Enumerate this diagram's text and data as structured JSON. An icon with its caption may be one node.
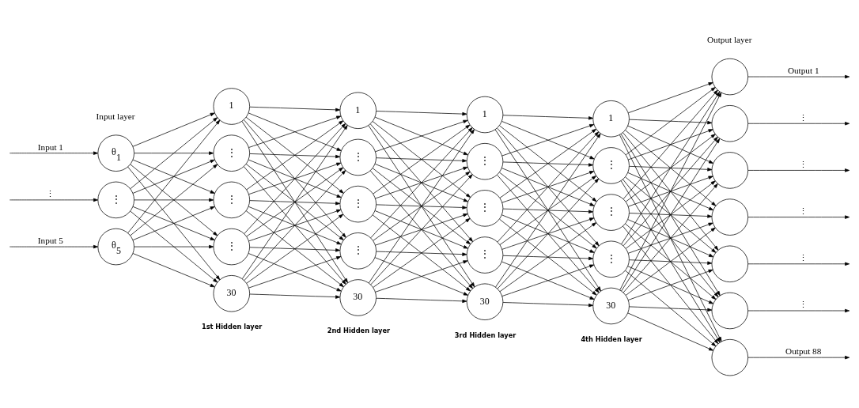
{
  "diagram": {
    "nodes": [
      {
        "text": [
          "θ$_{1}$"
        ]
      },
      {
        "text": [
          "⋮"
        ]
      },
      {
        "text": [
          "θ$_{5}$"
        ]
      },
      {
        "text": [
          "1"
        ]
      },
      {
        "text": [
          "⋮"
        ]
      },
      {
        "text": [
          "⋮"
        ]
      },
      {
        "text": [
          "⋮"
        ]
      },
      {
        "text": [
          "30"
        ]
      },
      {
        "text": [
          "1"
        ]
      },
      {
        "text": [
          "⋮"
        ]
      },
      {
        "text": [
          "⋮"
        ]
      },
      {
        "text": [
          "⋮"
        ]
      },
      {
        "text": [
          "30"
        ]
      },
      {
        "text": [
          "1"
        ]
      },
      {
        "text": [
          "⋮"
        ]
      },
      {
        "text": [
          "⋮"
        ]
      },
      {
        "text": [
          "⋮"
        ]
      },
      {
        "text": [
          "30"
        ]
      },
      {
        "text": [
          "1"
        ]
      },
      {
        "text": [
          "⋮"
        ]
      },
      {
        "text": [
          "⋮"
        ]
      },
      {
        "text": [
          "⋮"
        ]
      },
      {
        "text": [
          "30"
        ]
      },
      {
        "text": [],
        "shape": "circle"
      },
      {
        "text": [],
        "shape": "circle"
      },
      {
        "text": [],
        "shape": "circle"
      },
      {
        "text": [],
        "shape": "circle"
      },
      {
        "text": [],
        "shape": "circle"
      },
      {
        "text": [],
        "shape": "circle"
      },
      {
        "text": [],
        "shape": "circle"
      }
    ],
    "edges": [
      {
        "from": null,
        "to": 0,
        "arrow": "to",
        "label": "Input 1"
      },
      {
        "from": null,
        "to": 1,
        "arrow": "to",
        "label": "⋮"
      },
      {
        "from": null,
        "to": 2,
        "arrow": "to",
        "label": "Input 5"
      },
      {
        "from": 0,
        "to": 3,
        "arrow": "to"
      },
      {
        "from": 0,
        "to": 4,
        "arrow": "to"
      },
      {
        "from": 0,
        "to": 5,
        "arrow": "to"
      },
      {
        "from": 0,
        "to": 6,
        "arrow": "to"
      },
      {
        "from": 0,
        "to": 7,
        "arrow": "to"
      },
      {
        "from": 1,
        "to": 3,
        "arrow": "to"
      },
      {
        "from": 1,
        "to": 4,
        "arrow": "to"
      },
      {
        "from": 1,
        "to": 5,
        "arrow": "to"
      },
      {
        "from": 1,
        "to": 6,
        "arrow": "to"
      },
      {
        "from": 1,
        "to": 7,
        "arrow": "to"
      },
      {
        "from": 2,
        "to": 3,
        "arrow": "to"
      },
      {
        "from": 2,
        "to": 4,
        "arrow": "to"
      },
      {
        "from": 2,
        "to": 5,
        "arrow": "to"
      },
      {
        "from": 2,
        "to": 6,
        "arrow": "to"
      },
      {
        "from": 2,
        "to": 7,
        "arrow": "to"
      },
      {
        "from": 3,
        "to": 8,
        "arrow": "to"
      },
      {
        "from": 3,
        "to": 9,
        "arrow": "to"
      },
      {
        "from": 3,
        "to": 10,
        "arrow": "to"
      },
      {
        "from": 3,
        "to": 11,
        "arrow": "to"
      },
      {
        "from": 3,
        "to": 12,
        "arrow": "to"
      },
      {
        "from": 4,
        "to": 8,
        "arrow": "to"
      },
      {
        "from": 4,
        "to": 9,
        "arrow": "to"
      },
      {
        "from": 4,
        "to": 10,
        "arrow": "to"
      },
      {
        "from": 4,
        "to": 11,
        "arrow": "to"
      },
      {
        "from": 4,
        "to": 12,
        "arrow": "to"
      },
      {
        "from": 5,
        "to": 8,
        "arrow": "to"
      },
      {
        "from": 5,
        "to": 9,
        "arrow": "to"
      },
      {
        "from": 5,
        "to": 10,
        "arrow": "to"
      },
      {
        "from": 5,
        "to": 11,
        "arrow": "to"
      },
      {
        "from": 5,
        "to": 12,
        "arrow": "to"
      },
      {
        "from": 6,
        "to": 8,
        "arrow": "to"
      },
      {
        "from": 6,
        "to": 9,
        "arrow": "to"
      },
      {
        "from": 6,
        "to": 10,
        "arrow": "to"
      },
      {
        "from": 6,
        "to": 11,
        "arrow": "to"
      },
      {
        "from": 6,
        "to": 12,
        "arrow": "to"
      },
      {
        "from": 7,
        "to": 8,
        "arrow": "to"
      },
      {
        "from": 7,
        "to": 9,
        "arrow": "to"
      },
      {
        "from": 7,
        "to": 10,
        "arrow": "to"
      },
      {
        "from": 7,
        "to": 11,
        "arrow": "to"
      },
      {
        "from": 7,
        "to": 12,
        "arrow": "to"
      },
      {
        "from": 8,
        "to": 13,
        "arrow": "to"
      },
      {
        "from": 8,
        "to": 14,
        "arrow": "to"
      },
      {
        "from": 8,
        "to": 15,
        "arrow": "to"
      },
      {
        "from": 8,
        "to": 16,
        "arrow": "to"
      },
      {
        "from": 8,
        "to": 17,
        "arrow": "to"
      },
      {
        "from": 9,
        "to": 13,
        "arrow": "to"
      },
      {
        "from": 9,
        "to": 14,
        "arrow": "to"
      },
      {
        "from": 9,
        "to": 15,
        "arrow": "to"
      },
      {
        "from": 9,
        "to": 16,
        "arrow": "to"
      },
      {
        "from": 9,
        "to": 17,
        "arrow": "to"
      },
      {
        "from": 10,
        "to": 13,
        "arrow": "to"
      },
      {
        "from": 10,
        "to": 14,
        "arrow": "to"
      },
      {
        "from": 10,
        "to": 15,
        "arrow": "to"
      },
      {
        "from": 10,
        "to": 16,
        "arrow": "to"
      },
      {
        "from": 10,
        "to": 17,
        "arrow": "to"
      },
      {
        "from": 11,
        "to": 13,
        "arrow": "to"
      },
      {
        "from": 11,
        "to": 14,
        "arrow": "to"
      },
      {
        "from": 11,
        "to": 15,
        "arrow": "to"
      },
      {
        "from": 11,
        "to": 16,
        "arrow": "to"
      },
      {
        "from": 11,
        "to": 17,
        "arrow": "to"
      },
      {
        "from": 12,
        "to": 13,
        "arrow": "to"
      },
      {
        "from": 12,
        "to": 14,
        "arrow": "to"
      },
      {
        "from": 12,
        "to": 15,
        "arrow": "to"
      },
      {
        "from": 12,
        "to": 16,
        "arrow": "to"
      },
      {
        "from": 12,
        "to": 17,
        "arrow": "to"
      },
      {
        "from": 13,
        "to": 18,
        "arrow": "to"
      },
      {
        "from": 13,
        "to": 19,
        "arrow": "to"
      },
      {
        "from": 13,
        "to": 20,
        "arrow": "to"
      },
      {
        "from": 13,
        "to": 21,
        "arrow": "to"
      },
      {
        "from": 13,
        "to": 22,
        "arrow": "to"
      },
      {
        "from": 14,
        "to": 18,
        "arrow": "to"
      },
      {
        "from": 14,
        "to": 19,
        "arrow": "to"
      },
      {
        "from": 14,
        "to": 20,
        "arrow": "to"
      },
      {
        "from": 14,
        "to": 21,
        "arrow": "to"
      },
      {
        "from": 14,
        "to": 22,
        "arrow": "to"
      },
      {
        "from": 15,
        "to": 18,
        "arrow": "to"
      },
      {
        "from": 15,
        "to": 19,
        "arrow": "to"
      },
      {
        "from": 15,
        "to": 20,
        "arrow": "to"
      },
      {
        "from": 15,
        "to": 21,
        "arrow": "to"
      },
      {
        "from": 15,
        "to": 22,
        "arrow": "to"
      },
      {
        "from": 16,
        "to": 18,
        "arrow": "to"
      },
      {
        "from": 16,
        "to": 19,
        "arrow": "to"
      },
      {
        "from": 16,
        "to": 20,
        "arrow": "to"
      },
      {
        "from": 16,
        "to": 21,
        "arrow": "to"
      },
      {
        "from": 16,
        "to": 22,
        "arrow": "to"
      },
      {
        "from": 17,
        "to": 18,
        "arrow": "to"
      },
      {
        "from": 17,
        "to": 19,
        "arrow": "to"
      },
      {
        "from": 17,
        "to": 20,
        "arrow": "to"
      },
      {
        "from": 17,
        "to": 21,
        "arrow": "to"
      },
      {
        "from": 17,
        "to": 22,
        "arrow": "to"
      },
      {
        "from": 18,
        "to": 23,
        "arrow": "to"
      },
      {
        "from": 18,
        "to": 24,
        "arrow": "to"
      },
      {
        "from": 18,
        "to": 25,
        "arrow": "to"
      },
      {
        "from": 18,
        "to": 26,
        "arrow": "to"
      },
      {
        "from": 18,
        "to": 27,
        "arrow": "to"
      },
      {
        "from": 18,
        "to": 28,
        "arrow": "to"
      },
      {
        "from": 18,
        "to": 29,
        "arrow": "to"
      },
      {
        "from": 19,
        "to": 23,
        "arrow": "to"
      },
      {
        "from": 19,
        "to": 24,
        "arrow": "to"
      },
      {
        "from": 19,
        "to": 25,
        "arrow": "to"
      },
      {
        "from": 19,
        "to": 26,
        "arrow": "to"
      },
      {
        "from": 19,
        "to": 27,
        "arrow": "to"
      },
      {
        "from": 19,
        "to": 28,
        "arrow": "to"
      },
      {
        "from": 19,
        "to": 29,
        "arrow": "to"
      },
      {
        "from": 20,
        "to": 23,
        "arrow": "to"
      },
      {
        "from": 20,
        "to": 24,
        "arrow": "to"
      },
      {
        "from": 20,
        "to": 25,
        "arrow": "to"
      },
      {
        "from": 20,
        "to": 26,
        "arrow": "to"
      },
      {
        "from": 20,
        "to": 27,
        "arrow": "to"
      },
      {
        "from": 20,
        "to": 28,
        "arrow": "to"
      },
      {
        "from": 20,
        "to": 29,
        "arrow": "to"
      },
      {
        "from": 21,
        "to": 23,
        "arrow": "to"
      },
      {
        "from": 21,
        "to": 24,
        "arrow": "to"
      },
      {
        "from": 21,
        "to": 25,
        "arrow": "to"
      },
      {
        "from": 21,
        "to": 26,
        "arrow": "to"
      },
      {
        "from": 21,
        "to": 27,
        "arrow": "to"
      },
      {
        "from": 21,
        "to": 28,
        "arrow": "to"
      },
      {
        "from": 21,
        "to": 29,
        "arrow": "to"
      },
      {
        "from": 22,
        "to": 23,
        "arrow": "to"
      },
      {
        "from": 22,
        "to": 24,
        "arrow": "to"
      },
      {
        "from": 22,
        "to": 25,
        "arrow": "to"
      },
      {
        "from": 22,
        "to": 26,
        "arrow": "to"
      },
      {
        "from": 22,
        "to": 27,
        "arrow": "to"
      },
      {
        "from": 22,
        "to": 28,
        "arrow": "to"
      },
      {
        "from": 22,
        "to": 29,
        "arrow": "to"
      },
      {
        "from": 23,
        "to": null,
        "arrow": "to",
        "label": "Output 1"
      },
      {
        "from": 24,
        "to": null,
        "arrow": "to",
        "label": "⋮"
      },
      {
        "from": 25,
        "to": null,
        "arrow": "to",
        "label": "⋮"
      },
      {
        "from": 26,
        "to": null,
        "arrow": "to",
        "label": "⋮"
      },
      {
        "from": 27,
        "to": null,
        "arrow": "to",
        "label": "⋮"
      },
      {
        "from": 28,
        "to": null,
        "arrow": "to",
        "label": "⋮"
      },
      {
        "from": 29,
        "to": null,
        "arrow": "to",
        "label": "Output 88"
      }
    ],
    "labels": [
      "Input layer",
      "Output layer",
      "1st Hidden layer",
      "2nd Hidden layer",
      "3rd Hidden layer",
      "4th Hidden layer"
    ]
  }
}
